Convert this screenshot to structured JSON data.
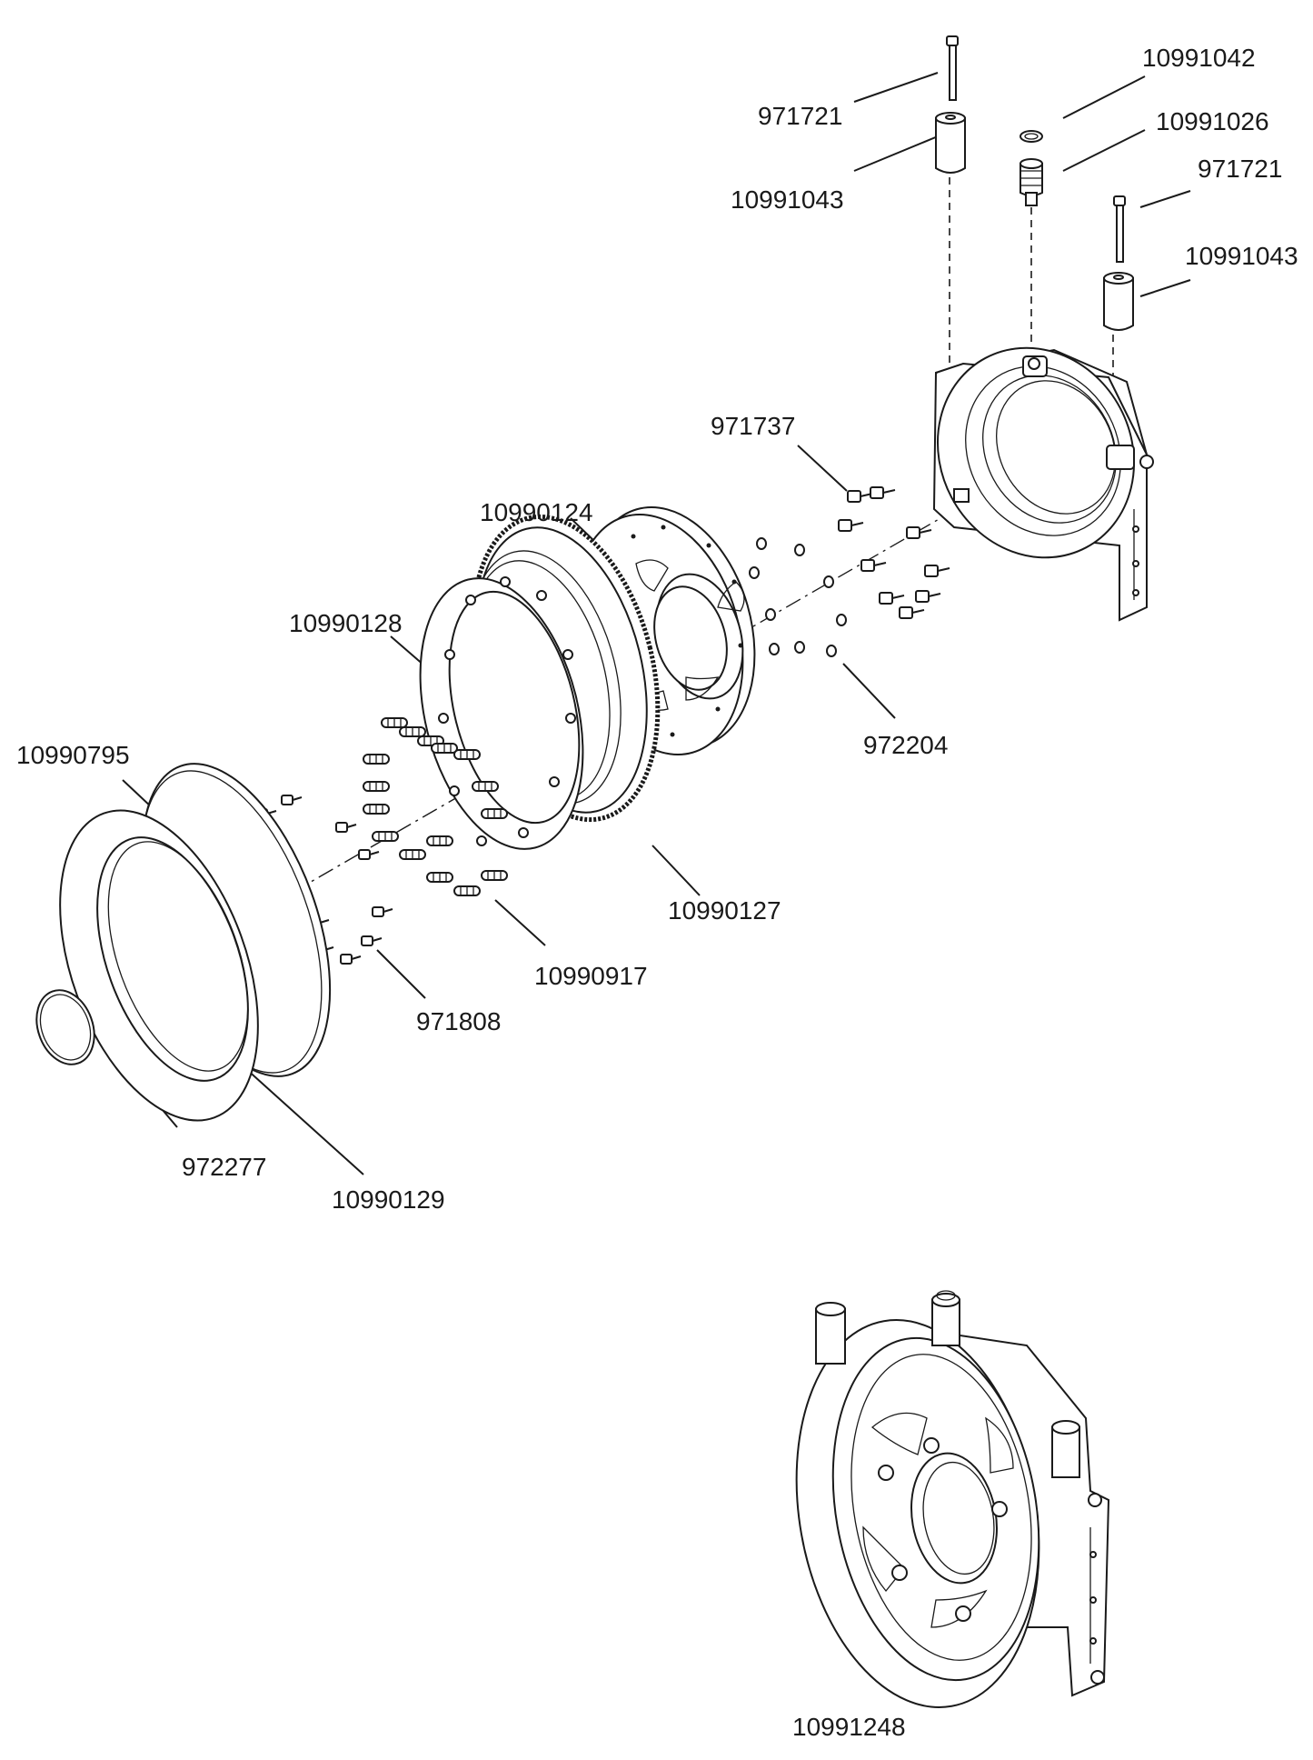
{
  "diagram": {
    "part_labels": {
      "top_pin_left": "971721",
      "top_sleeve_left": "10991043",
      "seal_ring_top": "10991042",
      "fitting": "10991026",
      "top_pin_right": "971721",
      "top_sleeve_right": "10991043",
      "cap_screws_housing": "971737",
      "rotor_plate": "10990124",
      "washers": "972204",
      "bearing_ring": "10990128",
      "ring_gear": "10990127",
      "seal_gasket": "10990795",
      "springs": "10990917",
      "small_screws": "971808",
      "o_ring": "972277",
      "cover_plate": "10990129",
      "assembled_unit": "10991248"
    }
  }
}
